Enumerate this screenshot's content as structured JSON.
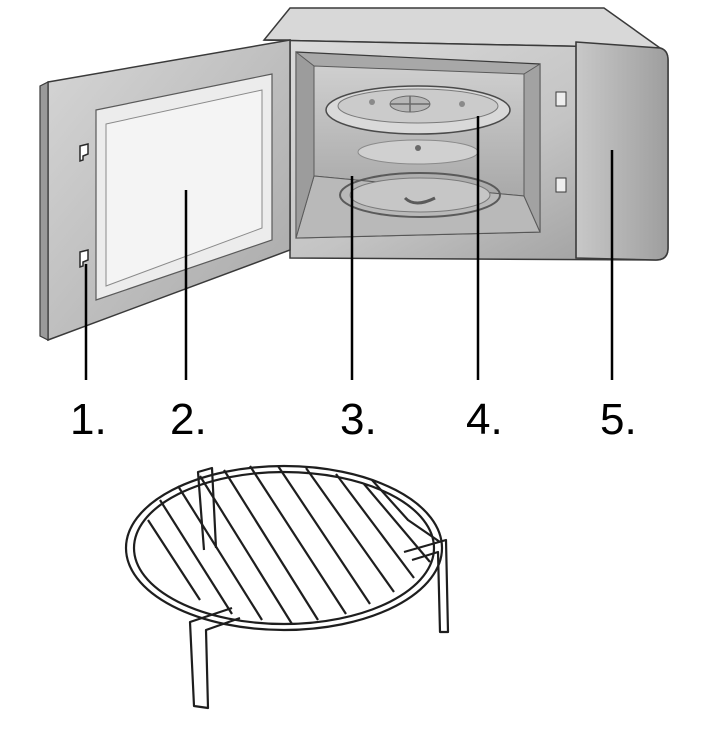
{
  "callouts": [
    {
      "id": "door-latch",
      "label": "1."
    },
    {
      "id": "door-window",
      "label": "2."
    },
    {
      "id": "roller-ring",
      "label": "3."
    },
    {
      "id": "turntable-plate",
      "label": "4."
    },
    {
      "id": "control-panel",
      "label": "5."
    }
  ],
  "colors": {
    "outline": "#3a3a3a",
    "body_light": "#d4d4d4",
    "body_mid": "#b2b2b2",
    "body_dark": "#8c8c8c",
    "door_frame": "#c9c9c9",
    "door_window": "#e6e6e6",
    "cavity": "#bcbcbc",
    "leader": "#000000"
  },
  "icons": [
    "microwave-oven-illustration",
    "wire-grill-rack"
  ]
}
